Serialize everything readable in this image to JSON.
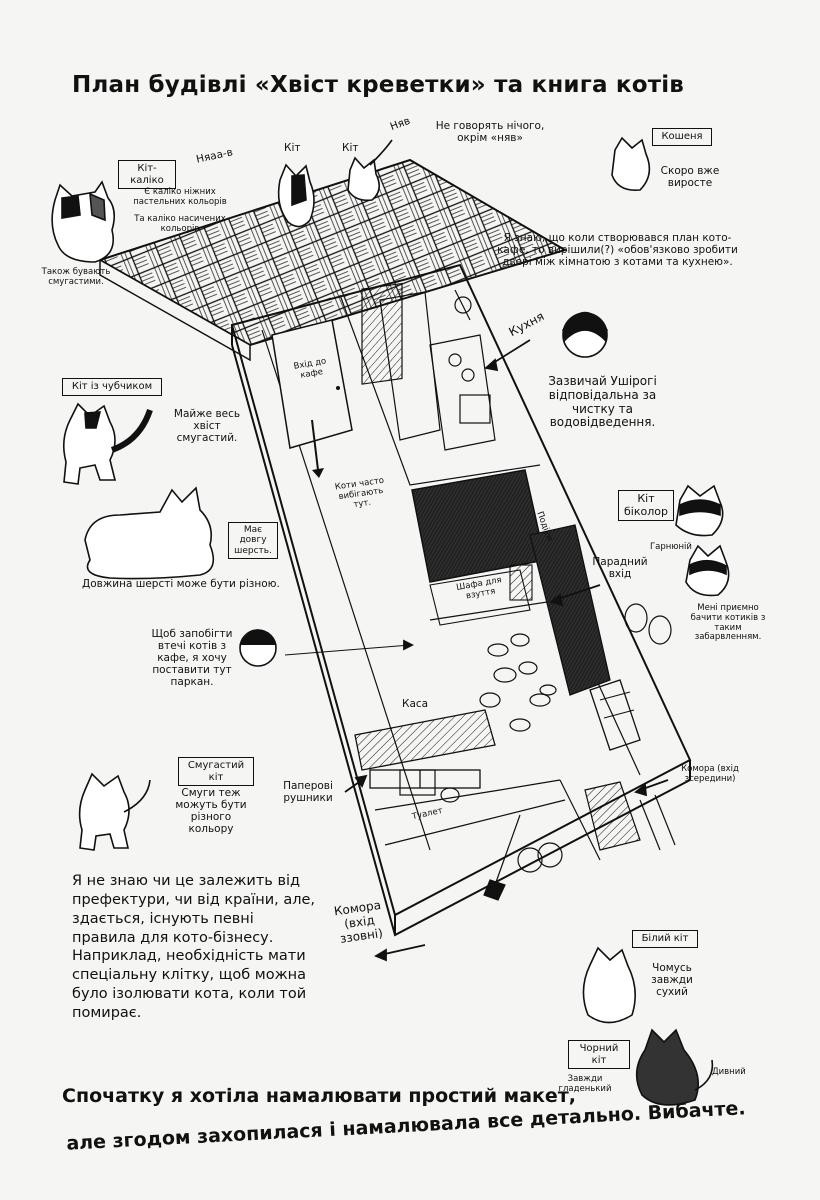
{
  "title": "План будівлі «Хвіст креветки» та книга котів",
  "calico": {
    "label": "Кіт-каліко",
    "note_light": "Є каліко ніжних пастельних кольорів",
    "note_dark": "Та каліко насичених кольорів",
    "tail_note": "Також бувають смугастими."
  },
  "rooftop_cats": {
    "nyaa": "Няаа-в",
    "kit1": "Кіт",
    "kit2": "Кіт",
    "nyav": "Няв",
    "no_talk": "Не говорять нічого, окрім «няв»"
  },
  "kitten": {
    "label": "Кошеня",
    "note": "Скоро вже виросте"
  },
  "door_note": "Я знаю, що коли створювався план кото-кафе, то вирішили(?) «обов'язково зробити двері між кімнатою з котами та кухнею».",
  "kitchen_label": "Кухня",
  "ushirogi_note": "Зазвичай Ушірогі відповідальна за чистку та водовідведення.",
  "kit_kubyk": {
    "label": "Кіт із чубчиком",
    "note": "Майже весь хвіст смугастий."
  },
  "longhair": {
    "label": "Має довгу шерсть.",
    "note": "Довжина шерсті може бути різною."
  },
  "entrance_cafe": "Вхід до кафе",
  "cats_run": "Коти часто вибігають тут.",
  "shoe_shelf": "Шафа для взуття",
  "podium": "Подіум",
  "bicolor": {
    "label": "Кіт біколор",
    "handsome": "Гарнюній",
    "nice": "Мені приємно бачити котиків з таким забарвленням."
  },
  "front_entrance": "Парадний вхід",
  "fence_note": "Щоб запобігти втечі котів з кафе, я хочу поставити тут паркан.",
  "cashier": "Каса",
  "paper_towels": "Паперові рушники",
  "toilet": "Туалет",
  "pantry_inside": "Комора (вхід зсередини)",
  "pantry_outside": "Комора (вхід ззовні)",
  "tabby": {
    "label": "Смугастий кіт",
    "note": "Смуги теж можуть бути різного кольору"
  },
  "rules_note": "Я не знаю чи це залежить від префектури, чи від країни, але, здається, існують певні правила для кото-бізнесу. Наприклад, необхідність мати спеціальну клітку, щоб можна було ізолювати кота, коли той помирає.",
  "white_cat": {
    "label": "Білий кіт",
    "note": "Чомусь завжди сухий"
  },
  "black_cat": {
    "label": "Чорний кіт",
    "note_smooth": "Завжди гладенький",
    "note_strange": "Дивний"
  },
  "bottom_lines": [
    "Спочатку я хотіла намалювати простий макет,",
    "але згодом захопилася і намалювала все детально. Вибачте."
  ]
}
